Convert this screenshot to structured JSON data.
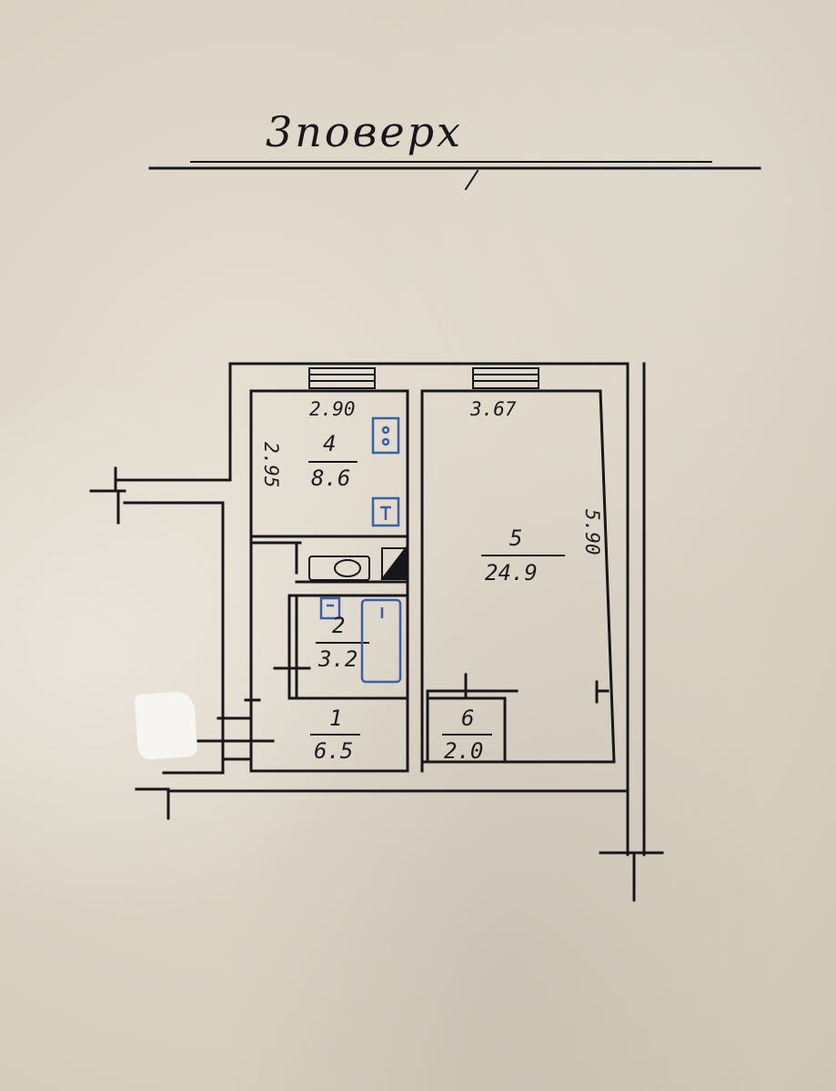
{
  "title": "3поверх",
  "rooms": [
    {
      "number": "4",
      "area": "8.6"
    },
    {
      "number": "5",
      "area": "24.9"
    },
    {
      "number": "2",
      "area": "3.2"
    },
    {
      "number": "1",
      "area": "6.5"
    },
    {
      "number": "6",
      "area": "2.0"
    }
  ],
  "dimensions": {
    "kitchen_width": "2.90",
    "kitchen_length": "2.95",
    "room_width": "3.67",
    "room_length": "5.90"
  },
  "colors": {
    "ink": "#17171b",
    "fixture_blue": "#3a5fa8",
    "paper": "#dcd4c6",
    "redaction": "#f7f5f2"
  }
}
